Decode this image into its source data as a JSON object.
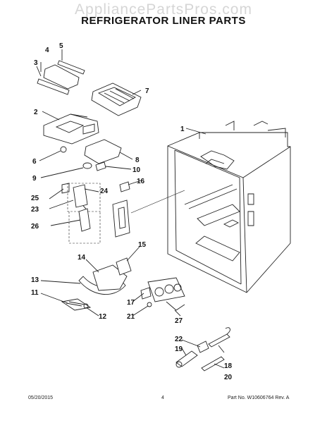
{
  "watermark": "AppliancePartsPros.com",
  "title": "REFRIGERATOR LINER PARTS",
  "callouts": [
    "1",
    "2",
    "3",
    "4",
    "5",
    "6",
    "7",
    "8",
    "9",
    "10",
    "11",
    "12",
    "13",
    "14",
    "15",
    "16",
    "17",
    "18",
    "19",
    "20",
    "21",
    "22",
    "23",
    "24",
    "25",
    "26",
    "27"
  ],
  "footer": {
    "date": "05/20/2015",
    "page": "4",
    "part_number": "Part No. W10606764  Rev. A"
  }
}
